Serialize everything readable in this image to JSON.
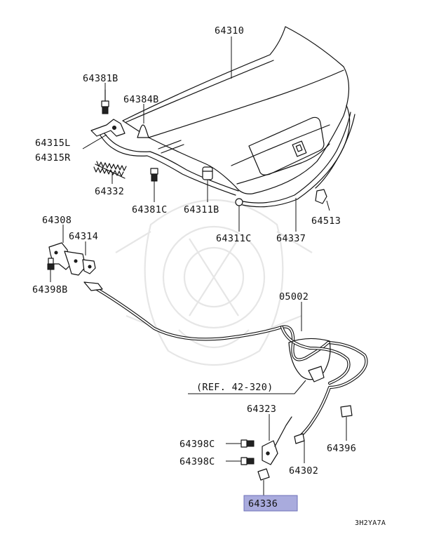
{
  "diagram": {
    "highlight_color": "#a9abdd",
    "diagram_code": "3H2YA7A",
    "labels": {
      "p64310": "64310",
      "p64381B": "64381B",
      "p64384B": "64384B",
      "p64315L": "64315L",
      "p64315R": "64315R",
      "p64332": "64332",
      "p64381C": "64381C",
      "p64311B": "64311B",
      "p64513": "64513",
      "p64308": "64308",
      "p64314": "64314",
      "p64311C": "64311C",
      "p64337": "64337",
      "p64398B": "64398B",
      "p05002": "05002",
      "ref": "(REF. 42-320)",
      "p64323": "64323",
      "p64398C_1": "64398C",
      "p64398C_2": "64398C",
      "p64396": "64396",
      "p64302": "64302",
      "p64336": "64336"
    }
  }
}
